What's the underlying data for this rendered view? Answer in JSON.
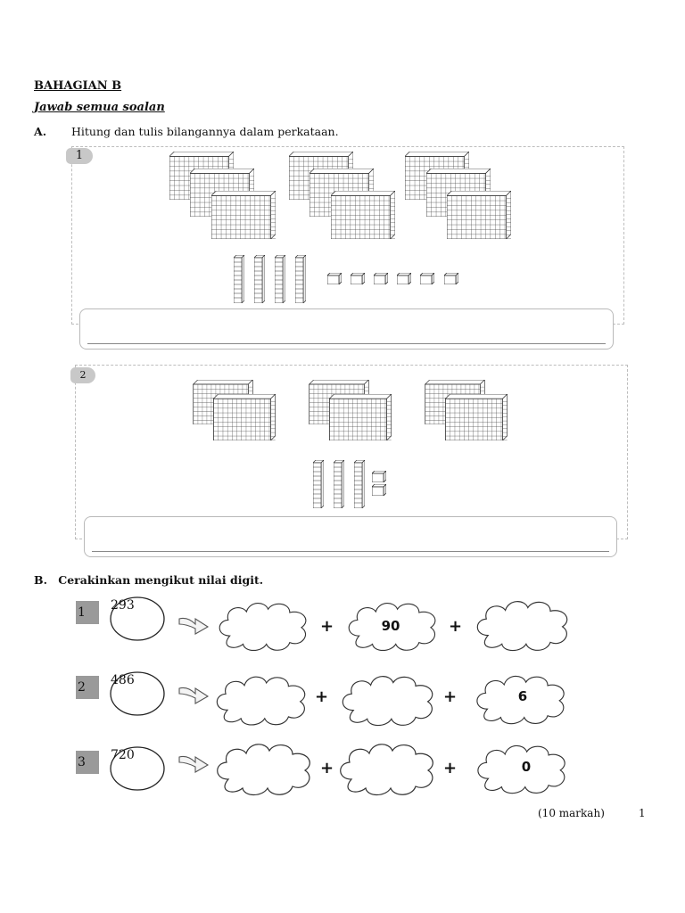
{
  "section_title": "BAHAGIAN B",
  "subtitle": "Jawab semua soalan",
  "part_a": {
    "letter": "A.",
    "instruction": "Hitung dan tulis bilangannya dalam perkataan.",
    "questions": [
      {
        "number": "1",
        "hundreds": 9,
        "tens": 4,
        "ones": 6
      },
      {
        "number": "2",
        "hundreds": 6,
        "tens": 3,
        "ones": 2
      }
    ]
  },
  "part_b": {
    "letter": "B.",
    "instruction": "Cerakinkan mengikut nilai digit.",
    "rows": [
      {
        "number": "1",
        "value": "293",
        "cloud1": "",
        "cloud2": "90",
        "cloud3": ""
      },
      {
        "number": "2",
        "value": "486",
        "cloud1": "",
        "cloud2": "",
        "cloud3": "6"
      },
      {
        "number": "3",
        "value": "720",
        "cloud1": "",
        "cloud2": "",
        "cloud3": "0"
      }
    ],
    "plus": "+"
  },
  "footer": {
    "marks": "(10 markah)",
    "page": "1"
  }
}
